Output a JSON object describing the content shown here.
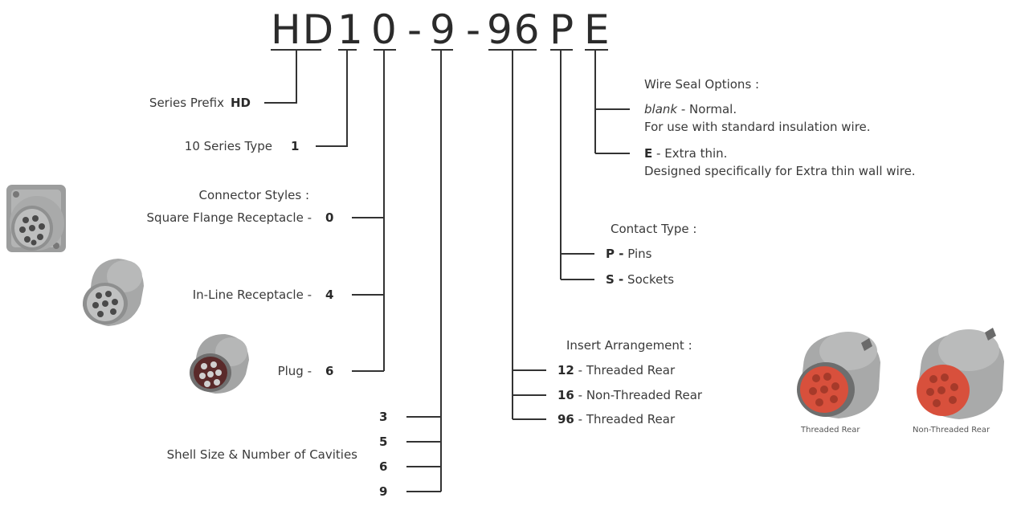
{
  "part_number": {
    "hd": "HD",
    "one": "1",
    "zero": "0",
    "dash1": "-",
    "nine": "9",
    "dash2": "-",
    "ninety_six": "96",
    "p": "P",
    "e": "E"
  },
  "series_prefix": {
    "label": "Series Prefix",
    "code": "HD"
  },
  "series_type": {
    "label": "10 Series Type",
    "code": "1"
  },
  "connector_styles": {
    "title": "Connector Styles :",
    "items": [
      {
        "label": "Square Flange Receptacle -",
        "code": "0"
      },
      {
        "label": "In-Line Receptacle -",
        "code": "4"
      },
      {
        "label": "Plug -",
        "code": "6"
      }
    ]
  },
  "shell_size": {
    "label": "Shell Size & Number of Cavities",
    "codes": [
      "3",
      "5",
      "6",
      "9"
    ]
  },
  "insert_arrangement": {
    "title": "Insert Arrangement :",
    "items": [
      {
        "code": "12",
        "label": "- Threaded Rear"
      },
      {
        "code": "16",
        "label": "- Non-Threaded Rear"
      },
      {
        "code": "96",
        "label": "- Threaded Rear"
      }
    ]
  },
  "contact_type": {
    "title": "Contact Type :",
    "items": [
      {
        "code": "P -",
        "label": "Pins"
      },
      {
        "code": "S -",
        "label": "Sockets"
      }
    ]
  },
  "wire_seal": {
    "title": "Wire Seal Options :",
    "blank_code": "blank",
    "blank_label": "- Normal.",
    "blank_desc": "For use with standard insulation wire.",
    "e_code": "E",
    "e_label": "- Extra thin.",
    "e_desc": "Designed specifically for Extra thin wall wire."
  },
  "images": {
    "threaded_caption": "Threaded Rear",
    "non_threaded_caption": "Non-Threaded Rear"
  },
  "colors": {
    "line": "#333333",
    "connector_gray": "#a8a9a9",
    "insert_red": "#d8503c"
  }
}
